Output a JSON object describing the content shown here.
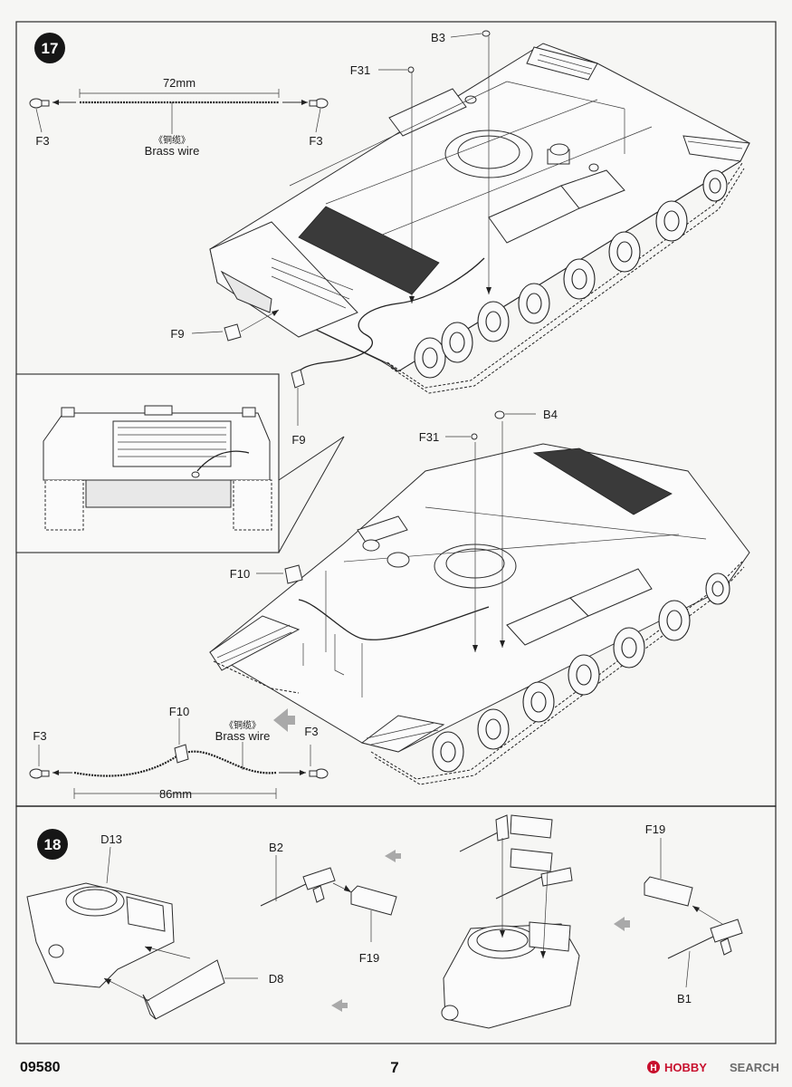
{
  "page": {
    "kit_number": "09580",
    "page_number": "7",
    "brand_main": "HOBBY",
    "brand_sub": "SEARCH"
  },
  "step17": {
    "number": "17",
    "wire_top": {
      "length": "72mm",
      "cn": "《铜缆》",
      "en": "Brass wire",
      "end_left": "F3",
      "end_right": "F3"
    },
    "wire_bottom": {
      "length": "86mm",
      "cn": "《铜缆》",
      "en": "Brass wire",
      "end_left": "F3",
      "end_right": "F3",
      "clip": "F10"
    },
    "labels_top": {
      "b3": "B3",
      "f31": "F31",
      "f9a": "F9",
      "f9b": "F9"
    },
    "labels_lower": {
      "b4": "B4",
      "f31": "F31",
      "f10": "F10"
    }
  },
  "step18": {
    "number": "18",
    "labels": {
      "d13": "D13",
      "d8": "D8",
      "b2": "B2",
      "f19a": "F19",
      "f19b": "F19",
      "b1": "B1"
    }
  }
}
